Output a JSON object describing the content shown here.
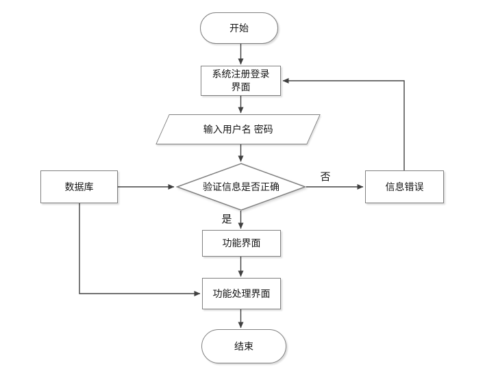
{
  "diagram": {
    "type": "flowchart",
    "background": "#ffffff",
    "colors": {
      "line": "#404040",
      "shape_border": "#7f7f7f",
      "shape_fill": "#ffffff",
      "text": "#141414"
    },
    "nodes": {
      "start": {
        "label": "开始",
        "shape": "terminator"
      },
      "login": {
        "label": "系统注册登录界面",
        "shape": "process"
      },
      "input": {
        "label": "输入用户名 密码",
        "shape": "io-parallelogram"
      },
      "decision": {
        "label": "验证信息是否正确",
        "shape": "decision-diamond"
      },
      "database": {
        "label": "数据库",
        "shape": "process"
      },
      "error": {
        "label": "信息错误",
        "shape": "process"
      },
      "func": {
        "label": "功能界面",
        "shape": "process"
      },
      "process": {
        "label": "功能处理界面",
        "shape": "process"
      },
      "end": {
        "label": "结束",
        "shape": "terminator"
      }
    },
    "edge_labels": {
      "yes": "是",
      "no": "否"
    },
    "edges": [
      {
        "from": "开始",
        "to": "系统注册登录界面"
      },
      {
        "from": "系统注册登录界面",
        "to": "输入用户名 密码"
      },
      {
        "from": "输入用户名 密码",
        "to": "验证信息是否正确"
      },
      {
        "from": "数据库",
        "to": "验证信息是否正确"
      },
      {
        "from": "验证信息是否正确",
        "to": "信息错误",
        "label": "否"
      },
      {
        "from": "信息错误",
        "to": "系统注册登录界面"
      },
      {
        "from": "验证信息是否正确",
        "to": "功能界面",
        "label": "是"
      },
      {
        "from": "功能界面",
        "to": "功能处理界面"
      },
      {
        "from": "数据库",
        "to": "功能处理界面"
      },
      {
        "from": "功能处理界面",
        "to": "结束"
      }
    ]
  }
}
